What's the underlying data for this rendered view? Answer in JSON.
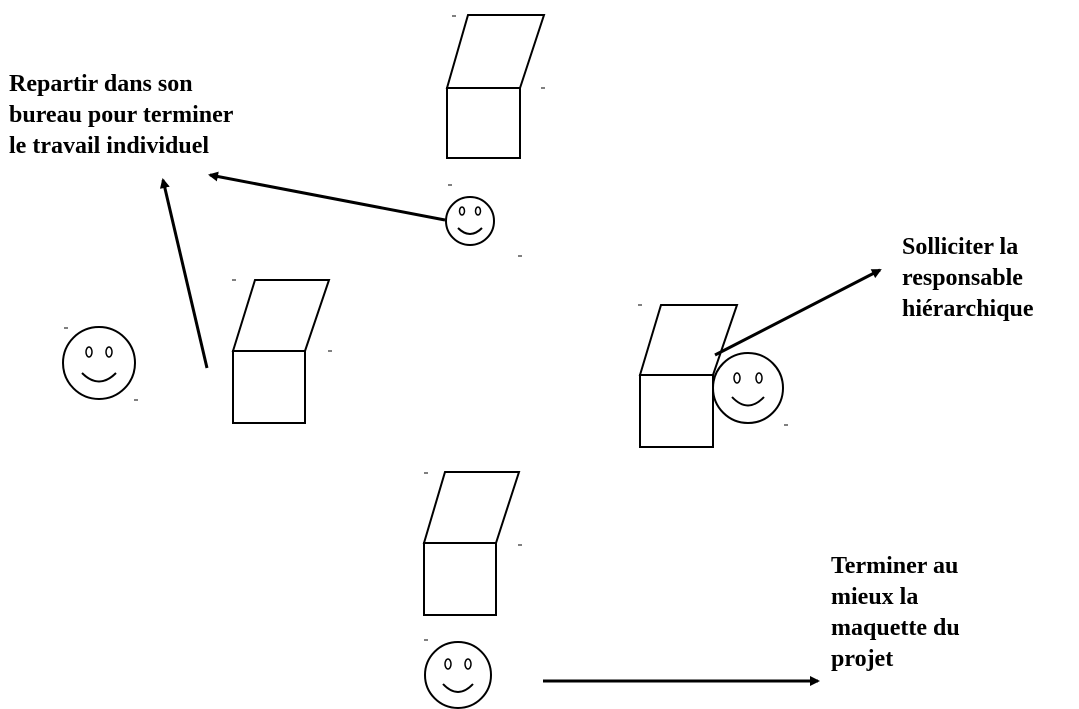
{
  "labels": {
    "repartir": [
      "Repartir dans son",
      "bureau pour terminer",
      "le travail individuel"
    ],
    "solliciter": [
      "Solliciter la",
      "responsable",
      "hiérarchique"
    ],
    "terminer": [
      "Terminer au",
      "mieux la",
      "maquette du",
      "projet"
    ]
  },
  "colors": {
    "stroke": "#000000",
    "background": "#ffffff"
  },
  "icons": {
    "person": "smiley-face-icon",
    "desk": "desk-icon",
    "arrow": "arrow-icon"
  }
}
